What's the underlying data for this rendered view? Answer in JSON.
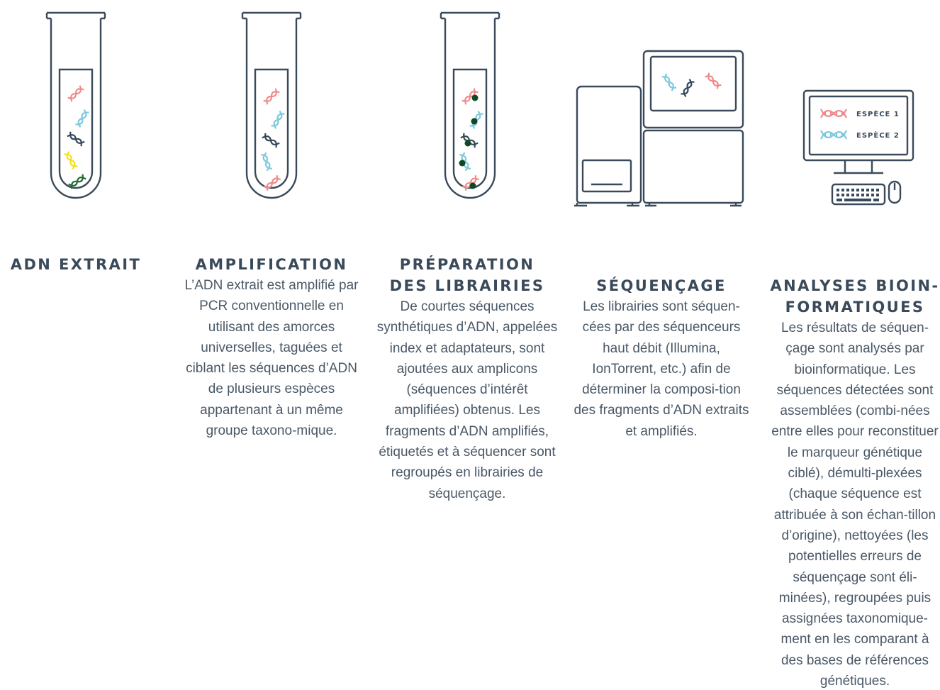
{
  "colors": {
    "outline": "#3a4a5a",
    "dna_pink": "#f08a8a",
    "dna_blue": "#7ec8dc",
    "dna_dark": "#34475a",
    "dna_yellow": "#f2e21b",
    "dna_green": "#1e6a2e",
    "marker_green": "#0d4a24"
  },
  "steps": [
    {
      "title": "ADN EXTRAIT",
      "description": "",
      "icon": "test-tube-dna-icon"
    },
    {
      "title": "AMPLIFICATION",
      "description": "L’ADN extrait est amplifié par PCR conventionnelle en utilisant des amorces universelles, taguées et ciblant les séquences d’ADN de plusieurs espèces appartenant à un même groupe taxono-mique.",
      "icon": "test-tube-amplified-dna-icon"
    },
    {
      "title": "PRÉPARATION DES LIBRAIRIES",
      "description": "De courtes séquences synthétiques d’ADN, appelées index et adaptateurs, sont ajoutées aux amplicons (séquences d’intérêt amplifiées) obtenus. Les fragments d’ADN amplifiés, étiquetés et à séquencer sont regroupés en librairies de séquençage.",
      "icon": "test-tube-tagged-dna-icon"
    },
    {
      "title": "SÉQUENÇAGE",
      "description": "Les librairies sont séquen-cées par des séquenceurs haut débit (Illumina, IonTorrent, etc.) afin de déterminer la composi-tion des fragments d’ADN extraits et amplifiés.",
      "icon": "sequencer-machine-icon"
    },
    {
      "title": "ANALYSES BIOIN-FORMATIQUES",
      "description": "Les résultats de séquen-çage sont analysés par bioinformatique. Les séquences détectées sont assemblées (combi-nées entre elles pour reconstituer le marqueur génétique ciblé), démulti-plexées (chaque séquence est attribuée à son échan-tillon d’origine), nettoyées (les potentielles erreurs de séquençage sont éli-minées), regroupées puis assignées taxonomique-ment en les comparant à des bases de références génétiques.",
      "icon": "computer-monitor-icon"
    }
  ],
  "screen": {
    "species_1": "ESPÈCE 1",
    "species_2": "ESPÈCE 2"
  }
}
